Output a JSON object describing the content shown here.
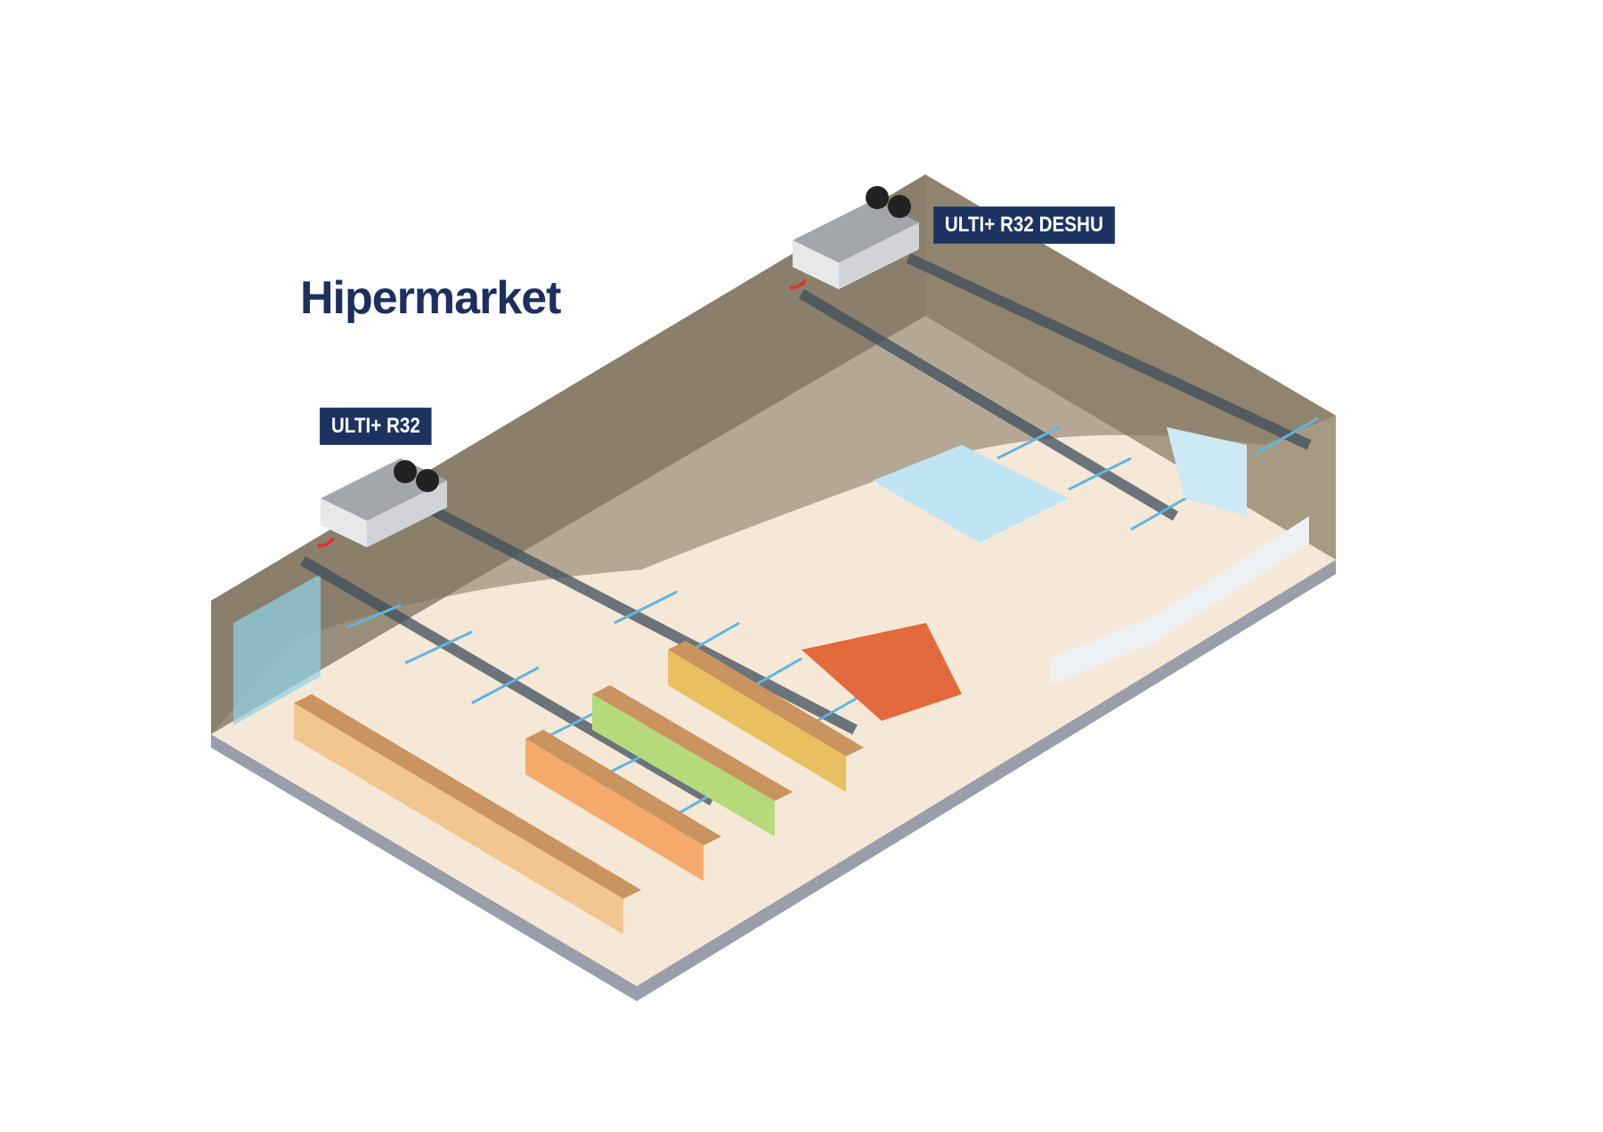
{
  "title": "Hipermarket",
  "units": [
    {
      "label": "ULTI+ R32"
    },
    {
      "label": "ULTI+ R32 DESHU"
    }
  ],
  "colors": {
    "label_bg": "#1c3361",
    "title": "#1c2f5e",
    "wall": "#8f8470",
    "floor": "#f6e8d6",
    "duct_arrow": "#5fb6e0"
  }
}
